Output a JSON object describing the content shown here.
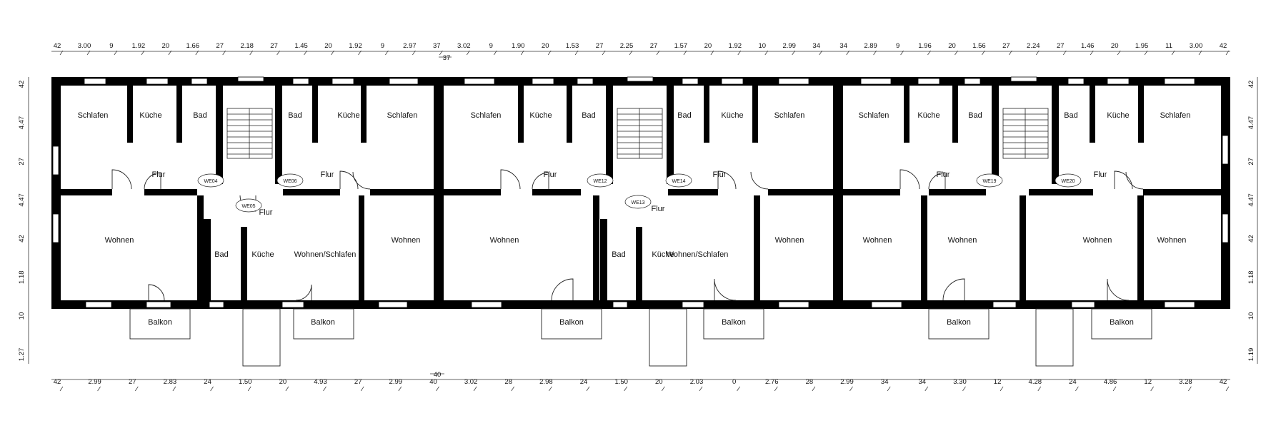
{
  "rooms": {
    "a1": [
      {
        "id": "schlafen-1",
        "text": "Schlafen"
      },
      {
        "id": "kueche-1",
        "text": "Küche"
      },
      {
        "id": "bad-1",
        "text": "Bad"
      },
      {
        "id": "bad-2",
        "text": "Bad"
      },
      {
        "id": "kueche-2",
        "text": "Küche"
      },
      {
        "id": "schlafen-2",
        "text": "Schlafen"
      },
      {
        "id": "flur-1",
        "text": "Flur"
      },
      {
        "id": "flur-2",
        "text": "Flur"
      },
      {
        "id": "flur-3",
        "text": "Flur"
      },
      {
        "id": "wohnen-1",
        "text": "Wohnen"
      },
      {
        "id": "bad-3",
        "text": "Bad"
      },
      {
        "id": "kueche-3",
        "text": "Küche"
      },
      {
        "id": "wohnen-schlafen-1",
        "text": "Wohnen/Schlafen"
      },
      {
        "id": "wohnen-2",
        "text": "Wohnen"
      },
      {
        "id": "balkon-1",
        "text": "Balkon"
      },
      {
        "id": "balkon-2",
        "text": "Balkon"
      }
    ],
    "a2": [
      {
        "id": "schlafen-3",
        "text": "Schlafen"
      },
      {
        "id": "kueche-4",
        "text": "Küche"
      },
      {
        "id": "bad-4",
        "text": "Bad"
      },
      {
        "id": "bad-5",
        "text": "Bad"
      },
      {
        "id": "kueche-5",
        "text": "Küche"
      },
      {
        "id": "schlafen-4",
        "text": "Schlafen"
      },
      {
        "id": "flur-4",
        "text": "Flur"
      },
      {
        "id": "flur-5",
        "text": "Flur"
      },
      {
        "id": "flur-6",
        "text": "Flur"
      },
      {
        "id": "wohnen-3",
        "text": "Wohnen"
      },
      {
        "id": "bad-6",
        "text": "Bad"
      },
      {
        "id": "kueche-6",
        "text": "Küche"
      },
      {
        "id": "wohnen-schlafen-2",
        "text": "Wohnen/Schlafen"
      },
      {
        "id": "wohnen-4",
        "text": "Wohnen"
      },
      {
        "id": "balkon-3",
        "text": "Balkon"
      },
      {
        "id": "balkon-4",
        "text": "Balkon"
      }
    ],
    "a3": [
      {
        "id": "schlafen-5",
        "text": "Schlafen"
      },
      {
        "id": "kueche-7",
        "text": "Küche"
      },
      {
        "id": "bad-7",
        "text": "Bad"
      },
      {
        "id": "bad-8",
        "text": "Bad"
      },
      {
        "id": "kueche-8",
        "text": "Küche"
      },
      {
        "id": "schlafen-6",
        "text": "Schlafen"
      },
      {
        "id": "flur-7",
        "text": "Flur"
      },
      {
        "id": "flur-8",
        "text": "Flur"
      },
      {
        "id": "wohnen-5",
        "text": "Wohnen"
      },
      {
        "id": "wohnen-6",
        "text": "Wohnen"
      },
      {
        "id": "wohnen-7",
        "text": "Wohnen"
      },
      {
        "id": "wohnen-8",
        "text": "Wohnen"
      },
      {
        "id": "balkon-5",
        "text": "Balkon"
      },
      {
        "id": "balkon-6",
        "text": "Balkon"
      }
    ]
  },
  "units": [
    "WE04",
    "WE05",
    "WE06",
    "WE12",
    "WE13",
    "WE14",
    "WE19",
    "WE20"
  ],
  "dims": {
    "top": [
      "42",
      "3.00",
      "9",
      "1.92",
      "20",
      "1.66",
      "27",
      "2.18",
      "27",
      "1.45",
      "20",
      "1.92",
      "9",
      "2.97",
      "37",
      "3.02",
      "9",
      "1.90",
      "20",
      "1.53",
      "27",
      "2.25",
      "27",
      "1.57",
      "20",
      "1.92",
      "10",
      "2.99",
      "34",
      "34",
      "2.89",
      "9",
      "1.96",
      "20",
      "1.56",
      "27",
      "2.24",
      "27",
      "1.46",
      "20",
      "1.95",
      "11",
      "3.00",
      "42"
    ],
    "top_sub": "37",
    "bottom": [
      "42",
      "2.99",
      "27",
      "2.83",
      "24",
      "1.50",
      "20",
      "4.93",
      "27",
      "2.99",
      "40",
      "3.02",
      "28",
      "2.98",
      "24",
      "1.50",
      "20",
      "2.03",
      "0",
      "2.76",
      "28",
      "2.99",
      "34",
      "34",
      "3.30",
      "12",
      "4.28",
      "24",
      "4.86",
      "12",
      "3.28",
      "42"
    ],
    "bottom_sub": "40",
    "left": [
      "42",
      "4.47",
      "27",
      "4.47",
      "42",
      "1.18",
      "10",
      "1.27"
    ],
    "right": [
      "42",
      "4.47",
      "27",
      "4.47",
      "42",
      "1.18",
      "10",
      "1.19"
    ]
  }
}
